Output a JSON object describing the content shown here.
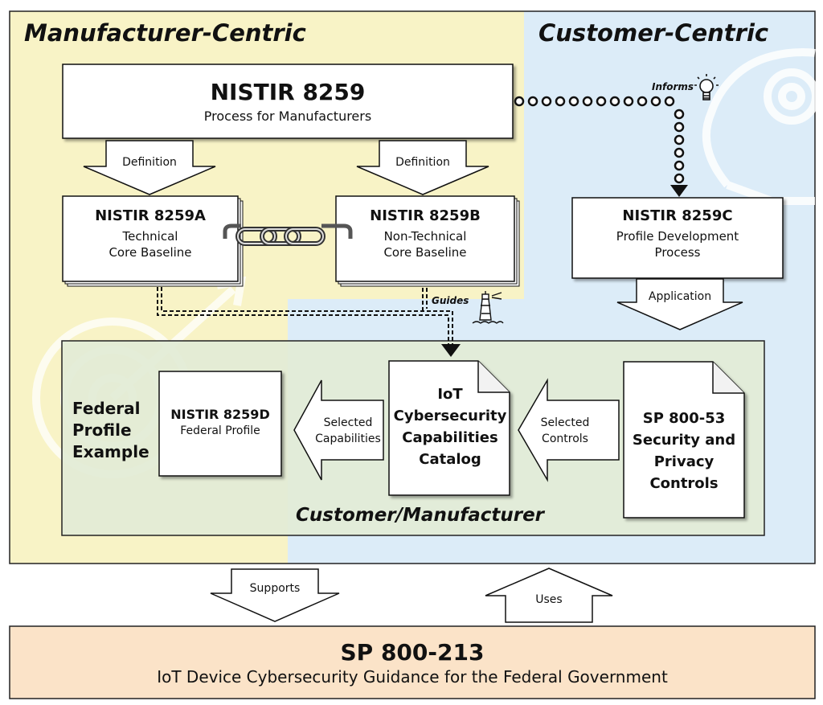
{
  "zones": {
    "manufacturer": "Manufacturer-Centric",
    "customer": "Customer-Centric",
    "shared": "Customer/Manufacturer"
  },
  "documents": {
    "nistir_8259": {
      "title": "NISTIR 8259",
      "subtitle": "Process for Manufacturers"
    },
    "nistir_8259a": {
      "title": "NISTIR 8259A",
      "line1": "Technical",
      "line2": "Core Baseline"
    },
    "nistir_8259b": {
      "title": "NISTIR 8259B",
      "line1": "Non-Technical",
      "line2": "Core Baseline"
    },
    "nistir_8259c": {
      "title": "NISTIR 8259C",
      "line1": "Profile Development",
      "line2": "Process"
    },
    "nistir_8259d": {
      "title": "NISTIR 8259D",
      "subtitle": "Federal Profile"
    },
    "catalog": {
      "lines": [
        "IoT",
        "Cybersecurity",
        "Capabilities",
        "Catalog"
      ]
    },
    "sp_800_53": {
      "lines": [
        "SP 800-53",
        "Security and",
        "Privacy",
        "Controls"
      ]
    },
    "sp_800_213": {
      "title": "SP 800-213",
      "subtitle": "IoT Device Cybersecurity Guidance for the Federal Government"
    }
  },
  "federal_profile_example": [
    "Federal",
    "Profile",
    "Example"
  ],
  "arrows": {
    "definition_a": "Definition",
    "definition_b": "Definition",
    "application": "Application",
    "selected_capabilities": [
      "Selected",
      "Capabilities"
    ],
    "selected_controls": [
      "Selected",
      "Controls"
    ],
    "supports": "Supports",
    "uses": "Uses",
    "informs": "Informs",
    "guides": "Guides"
  },
  "colors": {
    "manufacturer_bg": "#f8f3c6",
    "customer_bg": "#dcecf8",
    "shared_bg": "#e2ecd6",
    "sp800213_bg": "#fbe3c8",
    "border": "#111111"
  },
  "icons": [
    "lightbulb-icon",
    "lighthouse-icon",
    "chain-link-icon",
    "head-gear-icon",
    "target-icon"
  ]
}
